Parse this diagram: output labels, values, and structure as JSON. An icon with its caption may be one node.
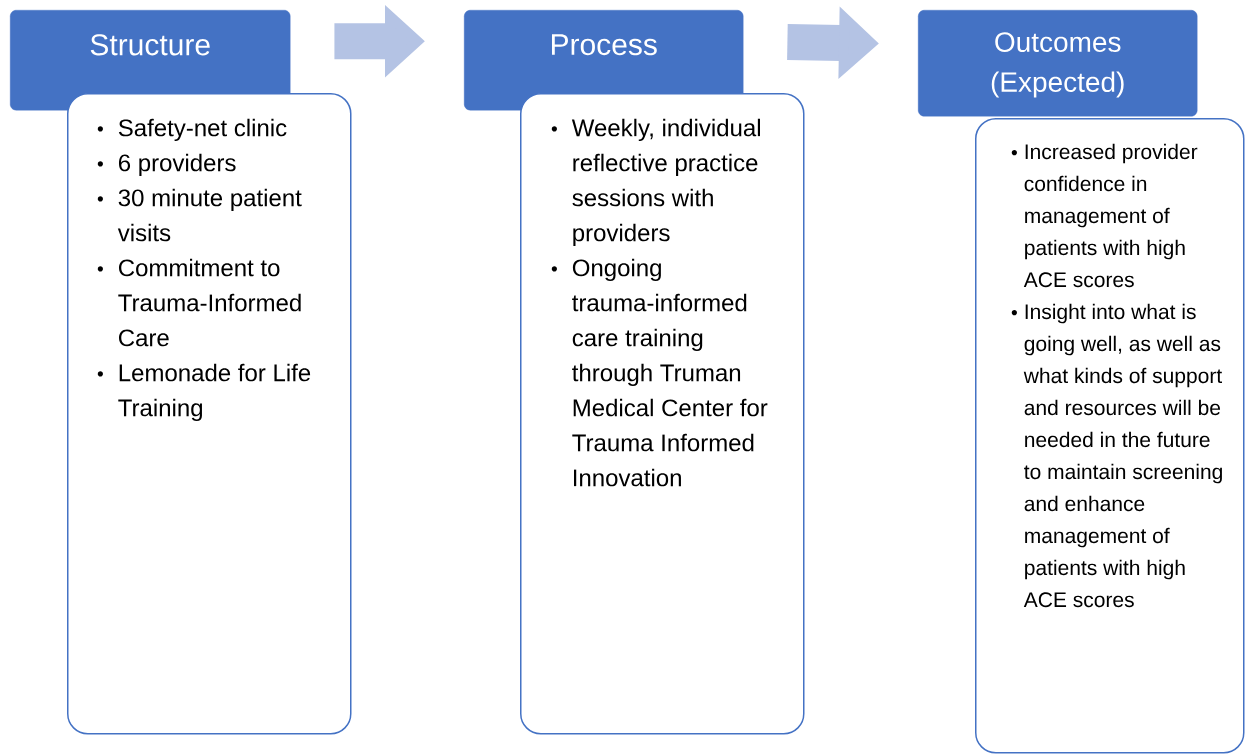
{
  "diagram": {
    "nodes": [
      {
        "text": [
          "Structure"
        ]
      },
      {
        "text": [
          "Safety-net clinic",
          "6 providers",
          "30 minute patient visits",
          "Commitment to Trauma-Informed Care",
          "Lemonade for Life Training"
        ]
      },
      {
        "text": [
          "Process"
        ]
      },
      {
        "text": [
          "Weekly, individual reflective practice sessions with providers",
          "Ongoing trauma-informed care training through Truman Medical Center for Trauma Informed Innovation"
        ]
      },
      {
        "text": [
          "Outcomes (Expected)"
        ]
      },
      {
        "text": [
          "Increased provider confidence in management of patients with high ACE scores",
          "Insight into what is going well, as well as what kinds of support and resources will be needed in the future to maintain screening and enhance management of patients with high ACE scores"
        ]
      }
    ],
    "edges": [
      {
        "from": 0,
        "to": 2,
        "arrow": "to"
      },
      {
        "from": 2,
        "to": 4,
        "arrow": "to"
      }
    ]
  }
}
